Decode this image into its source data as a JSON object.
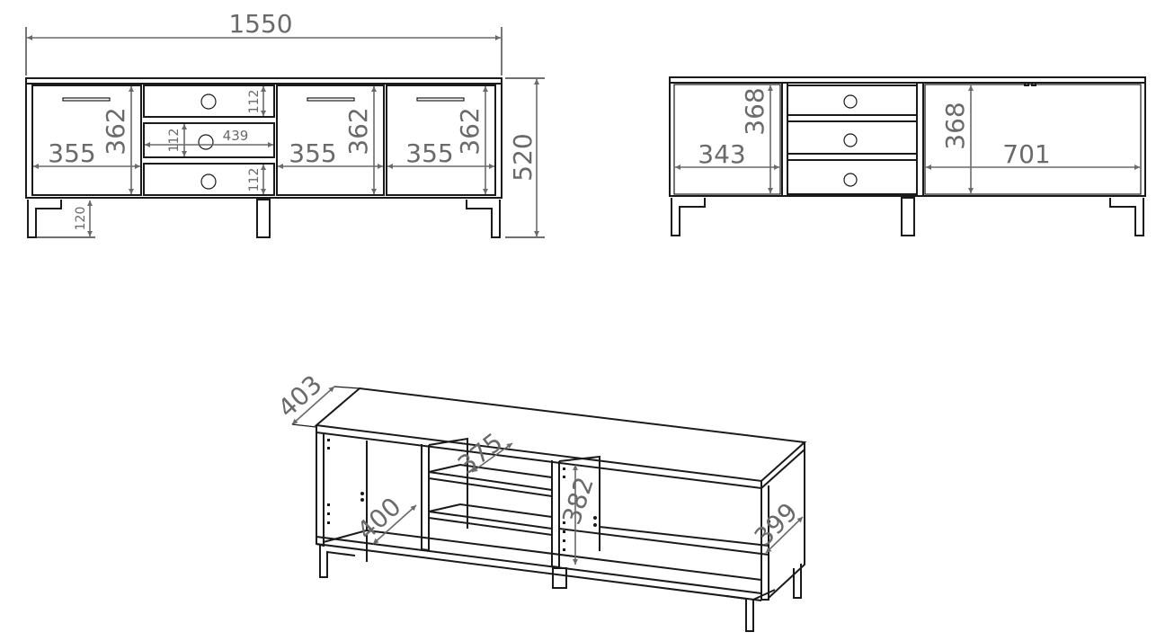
{
  "colors": {
    "line": "#1a1a1a",
    "dimension": "#6a6a6a",
    "background": "#ffffff"
  },
  "front_view": {
    "overall_width": "1550",
    "overall_height": "520",
    "door_width_left": "355",
    "door_height_left": "362",
    "drawer_height_top": "112",
    "drawer_height_middle": "112",
    "drawer_width": "439",
    "drawer_height_bottom": "112",
    "door_width_middle": "355",
    "door_height_middle": "362",
    "door_width_right": "355",
    "door_height_right": "362",
    "leg_height": "120"
  },
  "back_view": {
    "left_width": "343",
    "left_height": "368",
    "right_height": "368",
    "right_width": "701"
  },
  "iso_view": {
    "depth_top": "403",
    "shelf_depth": "375",
    "inner_depth_left": "400",
    "compartment_height": "382",
    "depth_right": "399"
  }
}
